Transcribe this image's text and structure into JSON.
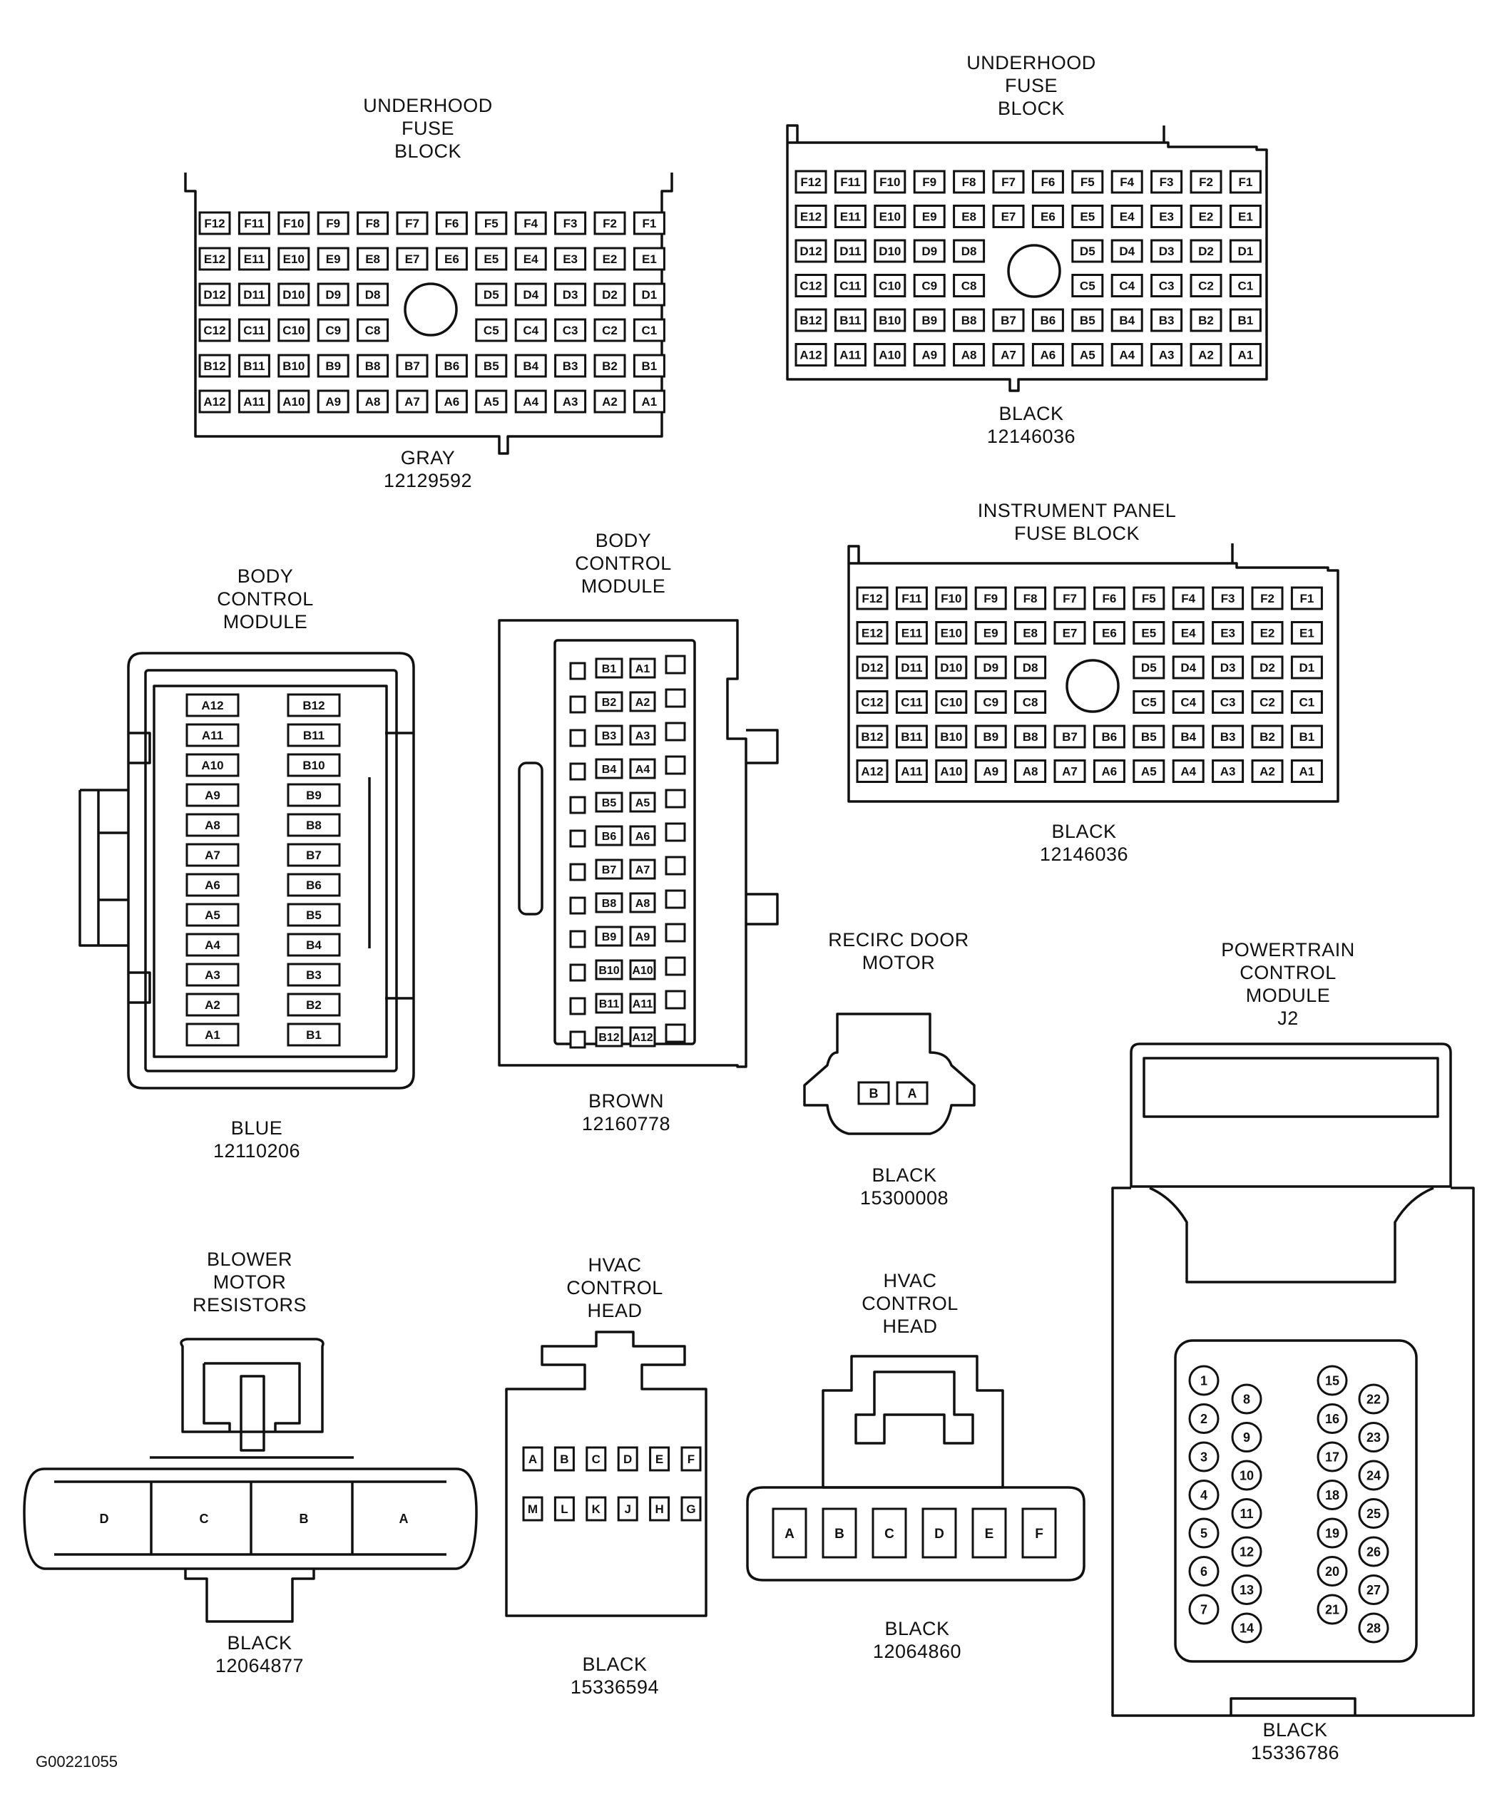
{
  "figure_id": "G00221055",
  "connectors": {
    "uh_gray": {
      "name": [
        "UNDERHOOD",
        "FUSE",
        "BLOCK"
      ],
      "color": "GRAY",
      "part": "12129592",
      "rows": [
        "F",
        "E",
        "D",
        "C",
        "B",
        "A"
      ]
    },
    "uh_black": {
      "name": [
        "UNDERHOOD",
        "FUSE",
        "BLOCK"
      ],
      "color": "BLACK",
      "part": "12146036",
      "rows": [
        "F",
        "E",
        "D",
        "C",
        "B",
        "A"
      ]
    },
    "ip_black": {
      "name": [
        "INSTRUMENT PANEL",
        "FUSE BLOCK"
      ],
      "color": "BLACK",
      "part": "12146036",
      "rows": [
        "F",
        "E",
        "D",
        "C",
        "B",
        "A"
      ]
    },
    "bcm_blue": {
      "name": [
        "BODY",
        "CONTROL",
        "MODULE"
      ],
      "color": "BLUE",
      "part": "12110206",
      "left_col": [
        "A12",
        "A11",
        "A10",
        "A9",
        "A8",
        "A7",
        "A6",
        "A5",
        "A4",
        "A3",
        "A2",
        "A1"
      ],
      "right_col": [
        "B12",
        "B11",
        "B10",
        "B9",
        "B8",
        "B7",
        "B6",
        "B5",
        "B4",
        "B3",
        "B2",
        "B1"
      ]
    },
    "bcm_brown": {
      "name": [
        "BODY",
        "CONTROL",
        "MODULE"
      ],
      "color": "BROWN",
      "part": "12160778",
      "b_col": [
        "B1",
        "B2",
        "B3",
        "B4",
        "B5",
        "B6",
        "B7",
        "B8",
        "B9",
        "B10",
        "B11",
        "B12"
      ],
      "a_col": [
        "A1",
        "A2",
        "A3",
        "A4",
        "A5",
        "A6",
        "A7",
        "A8",
        "A9",
        "A10",
        "A11",
        "A12"
      ]
    },
    "recirc": {
      "name": [
        "RECIRC DOOR",
        "MOTOR"
      ],
      "color": "BLACK",
      "part": "15300008",
      "pins": [
        "B",
        "A"
      ]
    },
    "pcm": {
      "name": [
        "POWERTRAIN",
        "CONTROL",
        "MODULE",
        "J2"
      ],
      "color": "BLACK",
      "part": "15336786",
      "col1": [
        "1",
        "2",
        "3",
        "4",
        "5",
        "6",
        "7"
      ],
      "col2": [
        "8",
        "9",
        "10",
        "11",
        "12",
        "13",
        "14"
      ],
      "col3": [
        "15",
        "16",
        "17",
        "18",
        "19",
        "20",
        "21"
      ],
      "col4": [
        "22",
        "23",
        "24",
        "25",
        "26",
        "27",
        "28"
      ]
    },
    "blower": {
      "name": [
        "BLOWER",
        "MOTOR",
        "RESISTORS"
      ],
      "color": "BLACK",
      "part": "12064877",
      "pins": [
        "D",
        "C",
        "B",
        "A"
      ]
    },
    "hvac1": {
      "name": [
        "HVAC",
        "CONTROL",
        "HEAD"
      ],
      "color": "BLACK",
      "part": "15336594",
      "top_row": [
        "A",
        "B",
        "C",
        "D",
        "E",
        "F"
      ],
      "bottom_row": [
        "M",
        "L",
        "K",
        "J",
        "H",
        "G"
      ]
    },
    "hvac2": {
      "name": [
        "HVAC",
        "CONTROL",
        "HEAD"
      ],
      "color": "BLACK",
      "part": "12064860",
      "pins": [
        "A",
        "B",
        "C",
        "D",
        "E",
        "F"
      ]
    }
  }
}
